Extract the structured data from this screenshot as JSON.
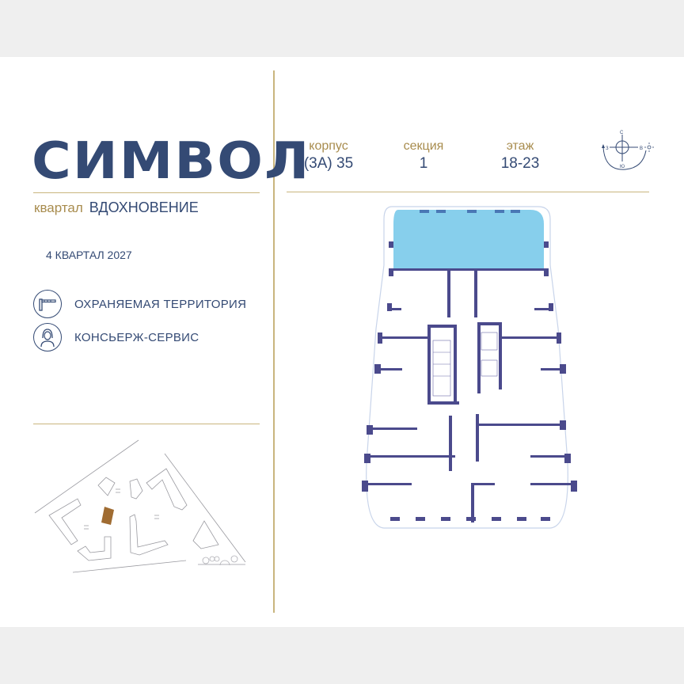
{
  "brand": {
    "logo": "СИМВОЛ",
    "district_label": "квартал",
    "district_name": "ВДОХНОВЕНИЕ"
  },
  "completion": "4 КВАРТАЛ 2027",
  "features": [
    {
      "icon": "barrier-icon",
      "label": "ОХРАНЯЕМАЯ ТЕРРИТОРИЯ"
    },
    {
      "icon": "concierge-icon",
      "label": "КОНСЬЕРЖ-СЕРВИС"
    }
  ],
  "details": {
    "building": {
      "label": "корпус",
      "value": "(3А) 35"
    },
    "section": {
      "label": "секция",
      "value": "1"
    },
    "floor": {
      "label": "этаж",
      "value": "18-23"
    }
  },
  "compass": {
    "north": "С",
    "south": "Ю",
    "west": "З",
    "east": "В"
  },
  "colors": {
    "brand_navy": "#344a74",
    "gold": "#c9b57e",
    "gold_text": "#a88c4e",
    "wall": "#4b4a8c",
    "highlight": "#87cfec",
    "site_building": "#a06c32"
  }
}
